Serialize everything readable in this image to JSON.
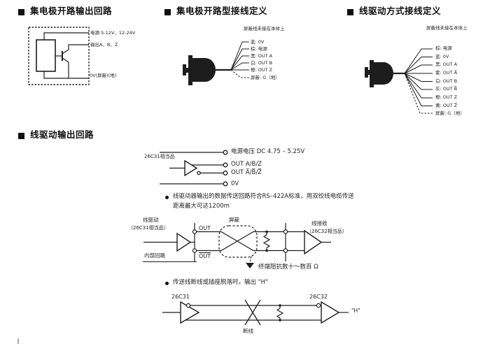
{
  "page": {
    "bg": "#ffffff",
    "ink": "#1d1d1d"
  },
  "s1": {
    "title": "集电极开路输出回路",
    "label_power": "电源:5-12V、12-24V",
    "label_output": "输出A、B、Z",
    "label_zero": "0V(屏蔽)(地)"
  },
  "s2": {
    "title": "集电极开路型接线定义",
    "note": "屏蔽线未接在本体上",
    "wires": [
      {
        "label": "蓝: 0V"
      },
      {
        "label": "棕: 电源"
      },
      {
        "label": "黑: OUT A"
      },
      {
        "label": "白: OUT B"
      },
      {
        "label": "橙: OUT Z"
      },
      {
        "label": "屏蔽: G（地）"
      }
    ]
  },
  "s3": {
    "title": "线驱动方式接线定义",
    "note": "屏蔽线未接在本体上",
    "wires": [
      {
        "label": "棕: 电源"
      },
      {
        "label": "蓝: 0V"
      },
      {
        "label": "黑: OUT A"
      },
      {
        "label": "紫: OUT A̅"
      },
      {
        "label": "白: OUT B"
      },
      {
        "label": "灰: OUT B̅"
      },
      {
        "label": "橙: OUT Z"
      },
      {
        "label": "黄: OUT Z̅"
      },
      {
        "label": "屏蔽: G（地）"
      }
    ]
  },
  "s4": {
    "title": "线驱动输出回路",
    "circuit1": {
      "chip": "26C31相当品",
      "power": "电源电压 DC 4.75 – 5.25V",
      "out": "OUT A/B/Z",
      "out_bar": "OUT A̅/B̅/Z̅",
      "zero": "0V"
    },
    "note1": {
      "line1": "线驱动器输出的数据传送回路符合RS–422A标准，用双绞线电缆传送",
      "line2": "距离最大可达1200m"
    },
    "circuit2": {
      "driver": "线驱动",
      "driver_chip": "（26C31相当品）",
      "shield": "屏蔽",
      "receiver": "线接收",
      "receiver_chip": "（26C32相当品）",
      "internal": "内部回路",
      "out_top": "OUT",
      "out_bottom": "OUT",
      "impedance": "终端阻抗数十～数百 Ω"
    },
    "note2": "传送线断线或插座脱落时，输出 \"H\"",
    "circuit3": {
      "left_chip": "26C31",
      "right_chip": "26C32",
      "break_label": "断线",
      "output": "\"H\""
    }
  }
}
